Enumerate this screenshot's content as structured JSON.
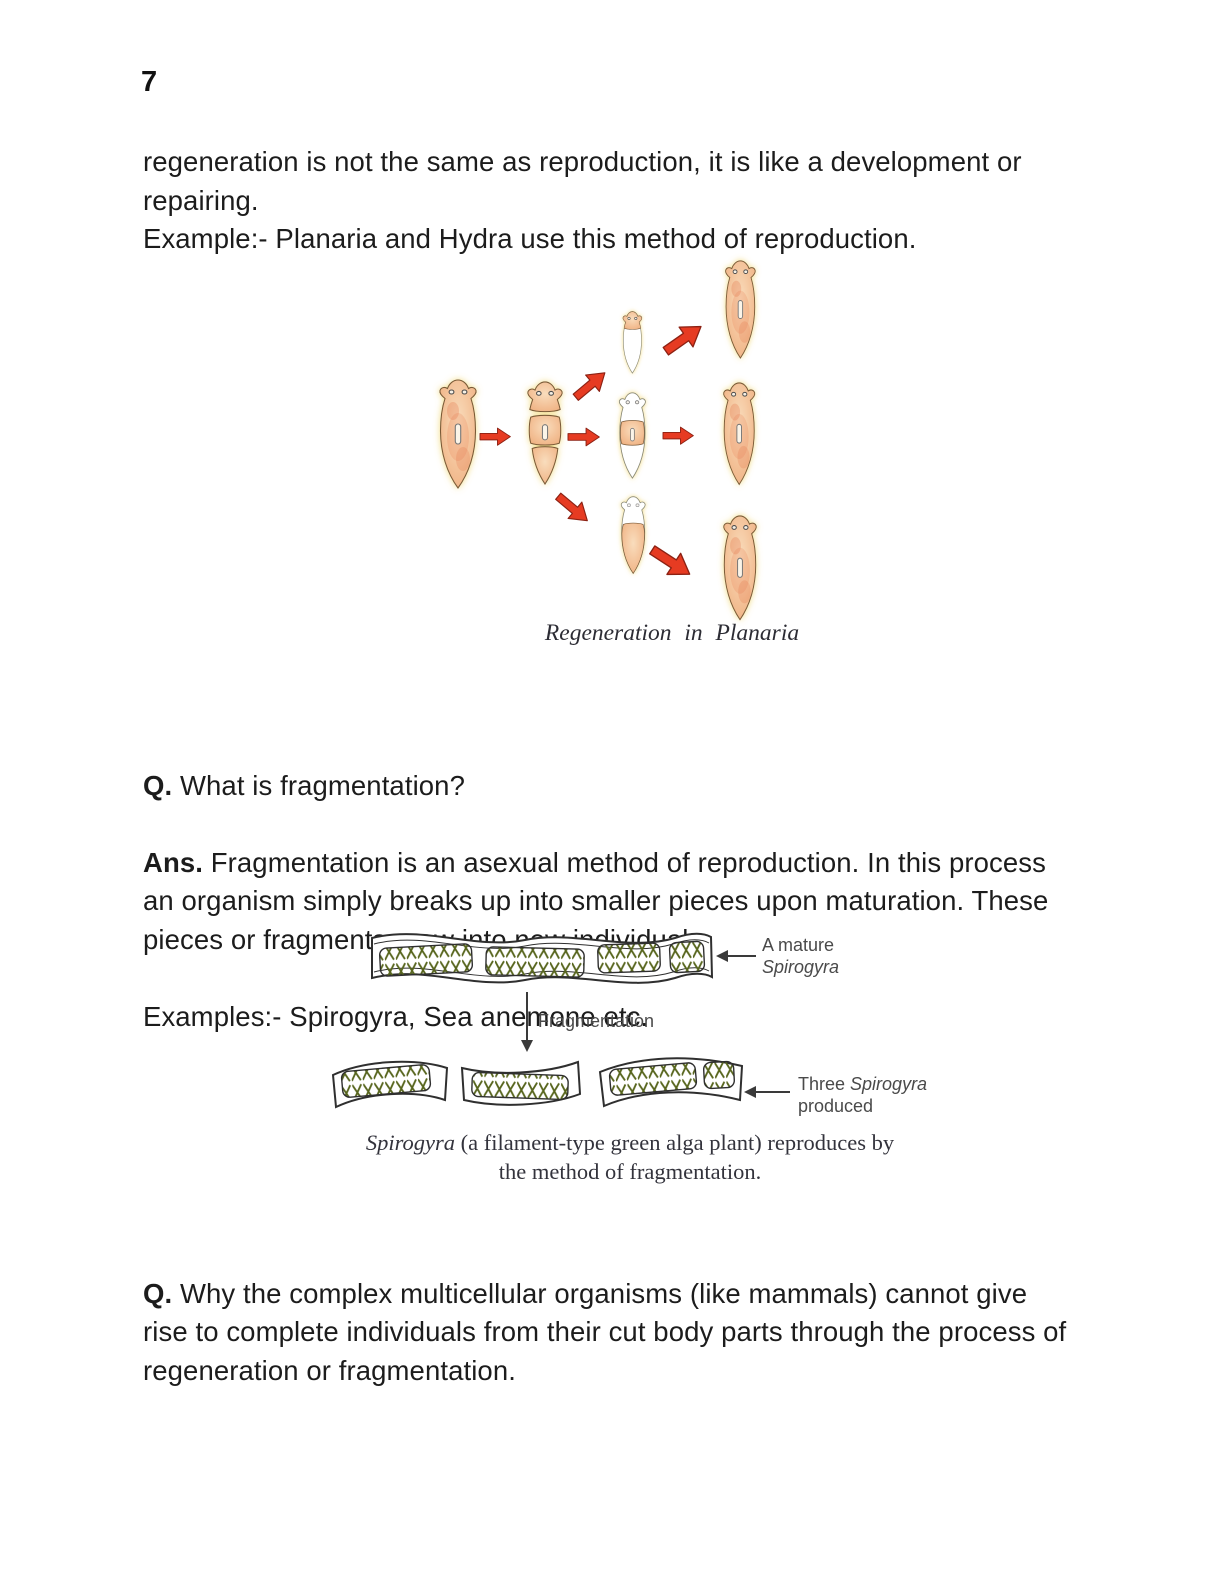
{
  "page": {
    "number": "7"
  },
  "intro": {
    "text": "regeneration is not the same as reproduction, it is like a development or\nrepairing.\nExample:- Planaria and Hydra use this method of reproduction."
  },
  "planaria_figure": {
    "caption": "Regeneration in Planaria"
  },
  "qa_fragmentation": {
    "q_label": "Q.",
    "question": "What is fragmentation?",
    "ans_label": "Ans.",
    "answer": "Fragmentation is an asexual method of reproduction. In this process\nan organism simply breaks up into smaller pieces upon maturation. These\npieces or fragments grow into new individuals.",
    "examples": "Examples:- Spirogyra, Sea anemone etc."
  },
  "spirogyra_figure": {
    "label_mature_line1": "A mature",
    "label_mature_line2": "Spirogyra",
    "label_fragmentation": "Fragmentation",
    "label_produced_word1": "Three",
    "label_produced_italic": "Spirogyra",
    "label_produced_line2": "produced",
    "caption_italic": "Spirogyra",
    "caption_rest": " (a filament-type green alga plant) reproduces by",
    "caption_line2": "the method of fragmentation."
  },
  "qa_complex": {
    "q_label": "Q.",
    "question": "Why the complex multicellular organisms (like mammals) cannot give\nrise to complete individuals from their cut body parts through the process of\nregeneration or fragmentation."
  },
  "colors": {
    "arrow_red": "#e63b22",
    "planaria_body": "#f3c096",
    "glow_yellow": "#f2d877",
    "algae_green": "#57651d",
    "text_black": "#1c1c1c"
  }
}
